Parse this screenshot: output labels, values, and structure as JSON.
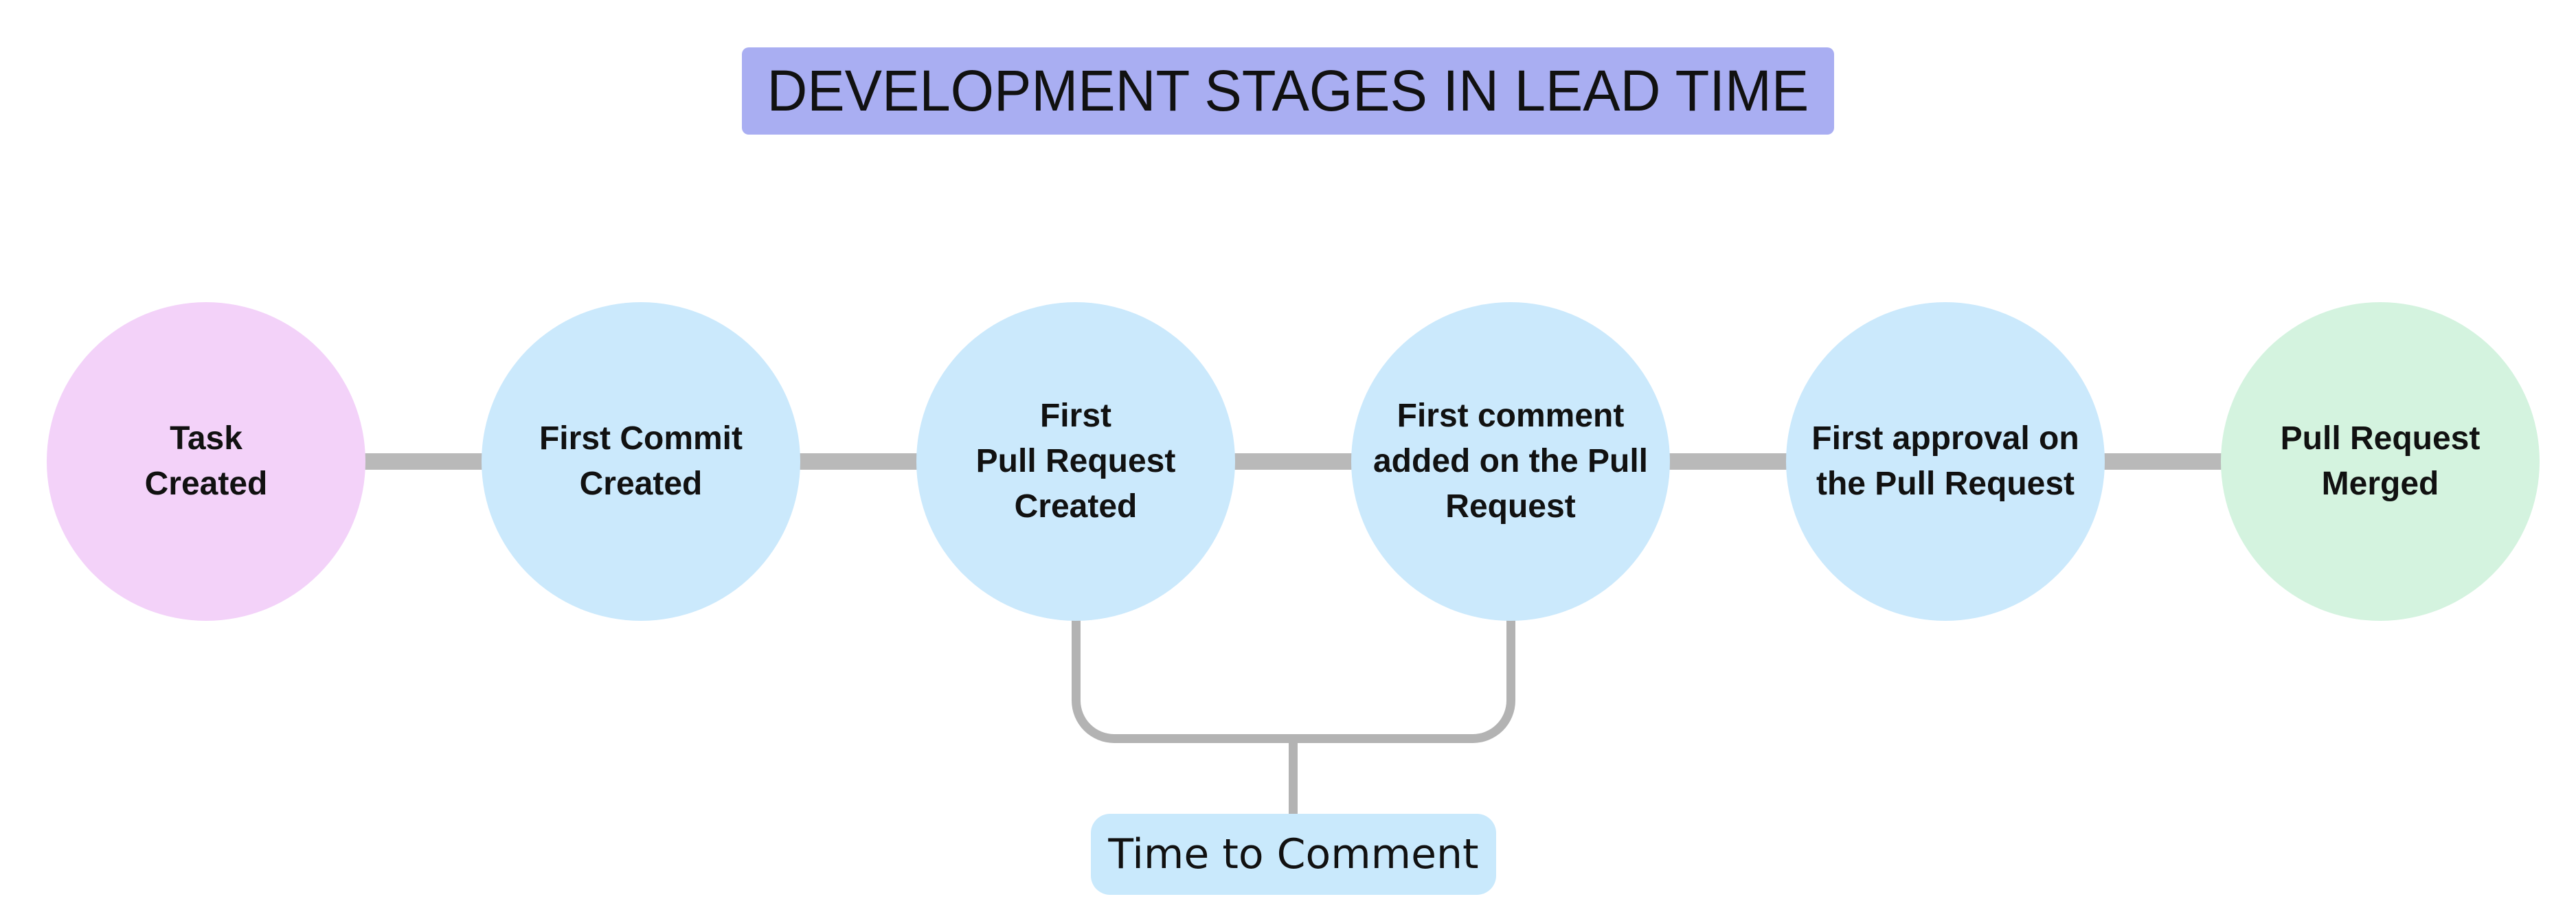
{
  "title": "DEVELOPMENT STAGES IN LEAD TIME",
  "stages": [
    {
      "label": "Task\nCreated",
      "color": "#f3d2f9"
    },
    {
      "label": "First Commit\nCreated",
      "color": "#cbe9fc"
    },
    {
      "label": "First\nPull Request\nCreated",
      "color": "#cbe9fc"
    },
    {
      "label": "First comment\nadded on the Pull\nRequest",
      "color": "#cbe9fc"
    },
    {
      "label": "First approval on\nthe Pull Request",
      "color": "#cbe9fc"
    },
    {
      "label": "Pull Request\nMerged",
      "color": "#d4f3df"
    }
  ],
  "annotation": {
    "label": "Time to Comment",
    "bg": "#c9e9fc"
  },
  "colors": {
    "title_bg": "#a9aef2",
    "connector": "#b9b9b9",
    "bracket": "#b3b3b3",
    "text": "#111111",
    "page_bg": "#ffffff"
  }
}
